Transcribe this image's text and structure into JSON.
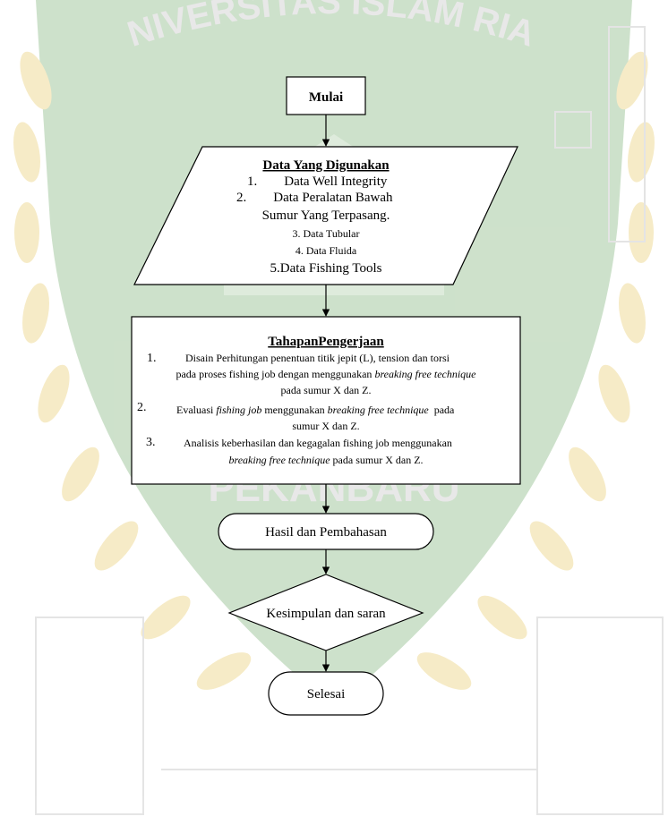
{
  "watermark": {
    "arc_text": "UNIVERSITAS ISLAM RIAU",
    "bottom_text": "PEKANBARU",
    "colors": {
      "green": "#3e7f3c",
      "gold": "#d9b23a",
      "faded_green": "#a6c9a1",
      "faded_gold": "#f0dc9a"
    }
  },
  "flowchart": {
    "start": "Mulai",
    "data_box": {
      "heading": "Data Yang Digunakan",
      "lines": [
        "1.        Data Well Integrity",
        "2.        Data Peralatan Bawah",
        "Sumur Yang Terpasang.",
        "3. Data Tubular",
        "4. Data Fluida",
        "5.Data Fishing Tools"
      ]
    },
    "process_box": {
      "heading": "TahapanPengerjaan",
      "item1": {
        "num": "1.",
        "l1": "Disain Perhitungan penentuan titik jepit (L), tension dan torsi",
        "l2a": "pada proses fishing job dengan menggunakan ",
        "l2b": "breaking free technique",
        "l3": "pada sumur X dan Z."
      },
      "item2": {
        "num": "2.",
        "l1a": "Evaluasi ",
        "l1b": "fishing job",
        "l1c": " menggunakan ",
        "l1d": "breaking free technique",
        "l1e": "  pada",
        "l2": "sumur X dan Z."
      },
      "item3": {
        "num": "3.",
        "l1": "Analisis keberhasilan dan kegagalan fishing job menggunakan",
        "l2a": "breaking free technique",
        "l2b": " pada sumur X dan Z."
      }
    },
    "result": "Hasil dan Pembahasan",
    "decision": "Kesimpulan dan saran",
    "end": "Selesai"
  }
}
